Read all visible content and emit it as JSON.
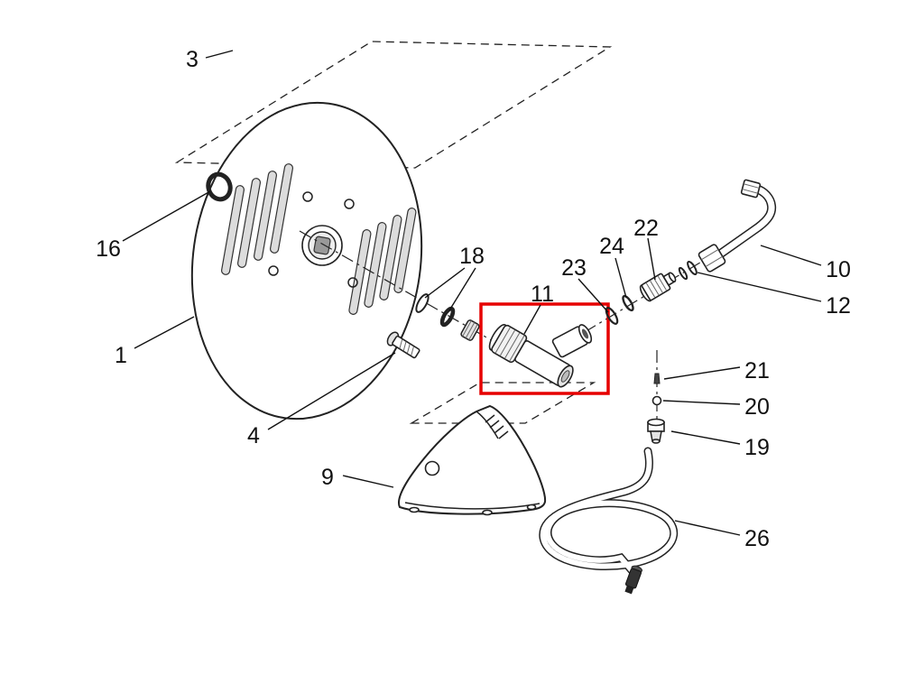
{
  "diagram": {
    "highlight_color": "#e60000",
    "highlighted_part": "11",
    "parts": {
      "p1": "1",
      "p3": "3",
      "p4": "4",
      "p9": "9",
      "p10": "10",
      "p11": "11",
      "p12": "12",
      "p16": "16",
      "p18": "18",
      "p19": "19",
      "p20": "20",
      "p21": "21",
      "p22": "22",
      "p23": "23",
      "p24": "24",
      "p26": "26"
    }
  }
}
